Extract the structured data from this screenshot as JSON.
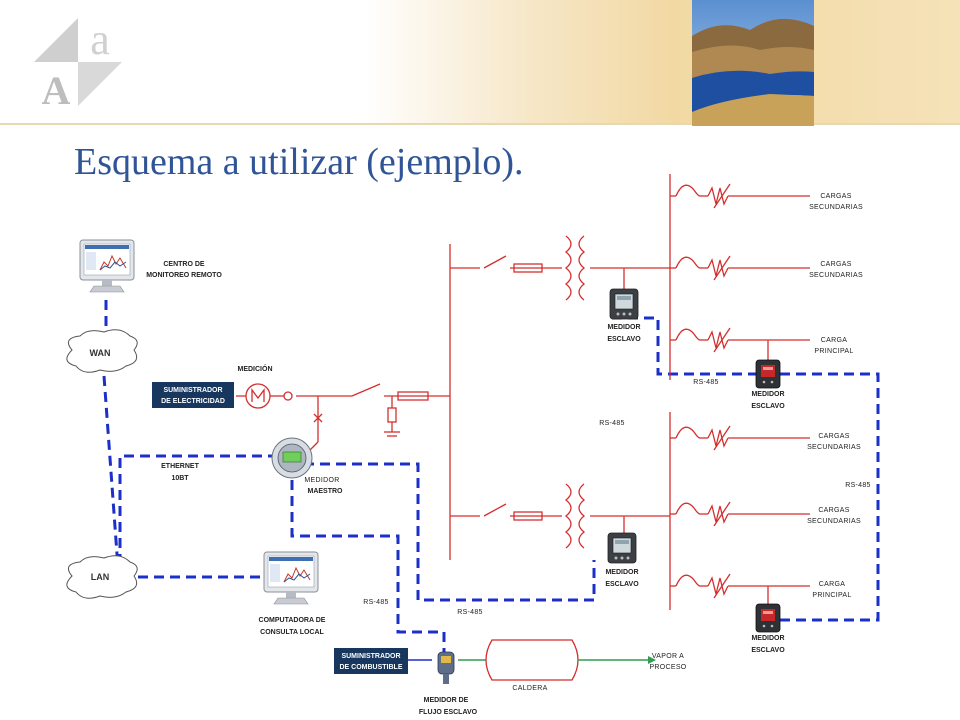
{
  "slide": {
    "title": "Esquema a utilizar (ejemplo).",
    "logo_small_letter": "a",
    "logo_big_letter": "A"
  },
  "labels": {
    "remote_center": [
      "CENTRO DE",
      "MONITOREO REMOTO"
    ],
    "wan": "WAN",
    "lan": "LAN",
    "medicion": "MEDICIÓN",
    "electric_supplier": [
      "SUMINISTRADOR",
      "DE ELECTRICIDAD"
    ],
    "ethernet": [
      "ETHERNET",
      "10BT"
    ],
    "master_meter": [
      "MEDIDOR",
      "MAESTRO"
    ],
    "local_pc": [
      "COMPUTADORA  DE",
      "CONSULTA  LOCAL"
    ],
    "fuel_supplier": [
      "SUMINISTRADOR",
      "DE COMBUSTIBLE"
    ],
    "flow_meter": [
      "MEDIDOR  DE",
      "FLUJO ESCLAVO"
    ],
    "boiler": "CALDERA",
    "steam": [
      "VAPOR A",
      "PROCESO"
    ],
    "slave_meter": [
      "MEDIDOR",
      "ESCLAVO"
    ],
    "secondary_loads": [
      "CARGAS",
      "SECUNDARIAS"
    ],
    "main_load": [
      "CARGA",
      "PRINCIPAL"
    ],
    "rs485": "RS-485"
  },
  "colors": {
    "power_line": "#d32f2f",
    "comm_line": "#1c2fc9",
    "steam_line": "#2e9e4f",
    "supplier_box": "#17375e",
    "title": "#2f5597"
  }
}
